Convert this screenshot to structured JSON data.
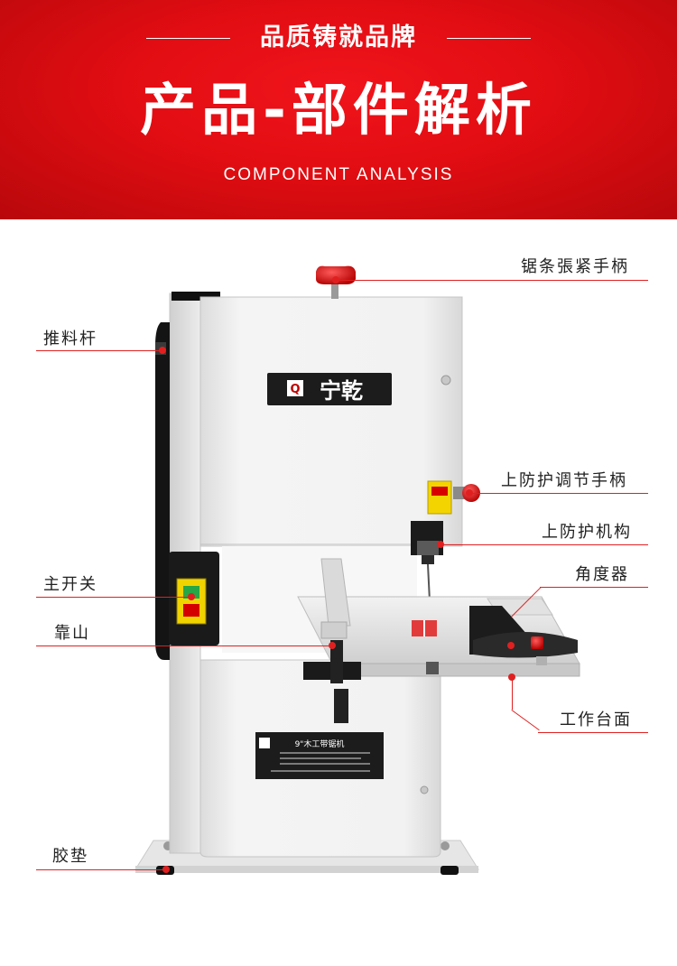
{
  "header": {
    "tagline": "品质铸就品牌",
    "title": "产品-部件解析",
    "subtitle": "COMPONENT ANALYSIS"
  },
  "product": {
    "brand": "宁乾",
    "brand_badge": "Q",
    "nameplate_title": "9\"木工带锯机"
  },
  "callouts": {
    "blade_tension_handle": "锯条張紧手柄",
    "push_rod": "推料杆",
    "upper_guard_adjust_handle": "上防护调节手柄",
    "upper_guard_mechanism": "上防护机构",
    "main_switch": "主开关",
    "angle_gauge": "角度器",
    "fence": "靠山",
    "work_table": "工作台面",
    "rubber_pad": "胶垫"
  },
  "colors": {
    "banner_red": "#e10d12",
    "leader_red": "#e02020",
    "machine_white": "#f2f2f2",
    "machine_black": "#1a1a1a"
  }
}
